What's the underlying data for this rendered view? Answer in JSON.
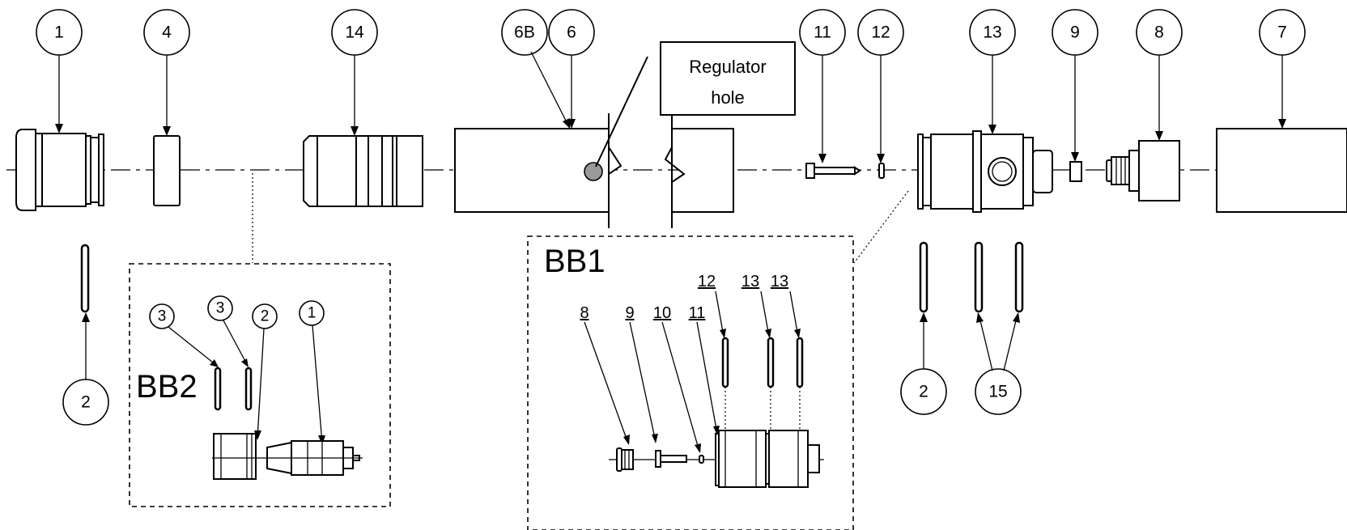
{
  "callouts": {
    "c1": "1",
    "c4": "4",
    "c14": "14",
    "c6b": "6B",
    "c6": "6",
    "c11": "11",
    "c12": "12",
    "c13": "13",
    "c9": "9",
    "c8": "8",
    "c7": "7",
    "c2_left": "2",
    "c2_right": "2",
    "c15": "15"
  },
  "note": {
    "line1": "Regulator",
    "line2": "hole"
  },
  "detail_bb2": {
    "title": "BB2",
    "labels": [
      "3",
      "3",
      "2",
      "1"
    ]
  },
  "detail_bb1": {
    "title": "BB1",
    "labels": [
      "8",
      "9",
      "10",
      "11",
      "12",
      "13",
      "13"
    ]
  }
}
